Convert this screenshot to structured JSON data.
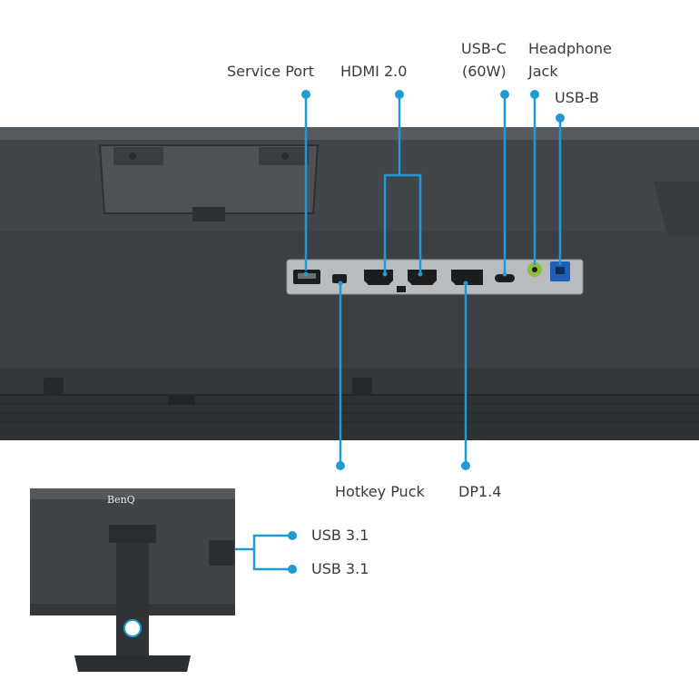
{
  "labels": {
    "service_port": "Service Port",
    "hdmi": "HDMI 2.0",
    "usbc_line1": "USB-C",
    "usbc_line2": "(60W)",
    "headphone_line1": "Headphone",
    "headphone_line2": "Jack",
    "usbb": "USB-B",
    "hotkey_puck": "Hotkey Puck",
    "dp": "DP1.4",
    "usb31_a": "USB 3.1",
    "usb31_b": "USB 3.1"
  },
  "brand": "BenQ",
  "colors": {
    "callout": "#1f9ad6",
    "monitor_body": "#4a4f52",
    "port_panel": "#b9bcbf",
    "label_text": "#3a3a3a"
  }
}
